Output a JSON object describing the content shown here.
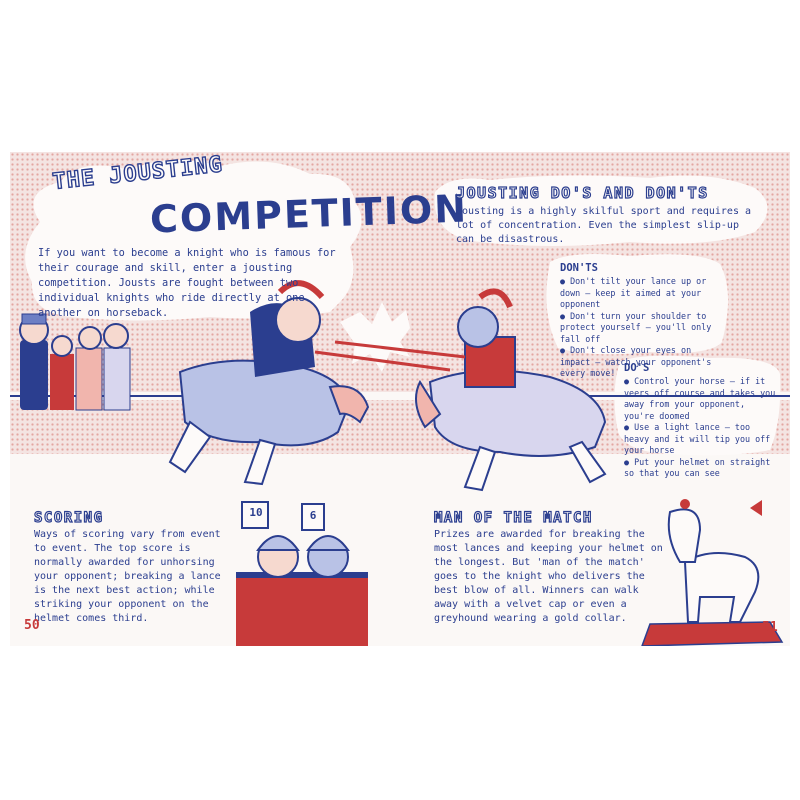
{
  "left_page": {
    "title_small": "THE JOUSTING",
    "title_large": "COMPETITION",
    "intro": "If you want to become a knight who is famous for their courage and skill, enter a jousting competition. Jousts are fought between two individual knights who ride directly at one another on horseback.",
    "scoring": {
      "heading": "SCORING",
      "text": "Ways of scoring vary from event to event. The top score is normally awarded for unhorsing your opponent; breaking a lance is the next best action; while striking your opponent on the helmet comes third."
    },
    "score_cards": [
      "10",
      "6"
    ],
    "page_number": "50"
  },
  "right_page": {
    "dos_donts": {
      "heading": "JOUSTING DO'S AND DON'TS",
      "text": "Jousting is a highly skilful sport and requires a lot of concentration. Even the simplest slip-up can be disastrous."
    },
    "donts": {
      "title": "DON'TS",
      "items": [
        "Don't tilt your lance up or down – keep it aimed at your opponent",
        "Don't turn your shoulder to protect yourself – you'll only fall off",
        "Don't close your eyes on impact – watch your opponent's every move!"
      ]
    },
    "dos": {
      "title": "DO'S",
      "items": [
        "Control your horse – if it veers off course and takes you away from your opponent, you're doomed",
        "Use a light lance – too heavy and it will tip you off your horse",
        "Put your helmet on straight so that you can see"
      ]
    },
    "man_of_match": {
      "heading": "MAN OF THE MATCH",
      "text": "Prizes are awarded for breaking the most lances and keeping your helmet on the longest. But 'man of the match' goes to the knight who delivers the best blow of all. Winners can walk away with a velvet cap or even a greyhound wearing a gold collar."
    },
    "page_number": "51"
  },
  "colors": {
    "navy": "#2b3e8f",
    "red": "#c73a3a",
    "pink_dots": "#e3a6a1",
    "paper": "#fbf6f4"
  }
}
